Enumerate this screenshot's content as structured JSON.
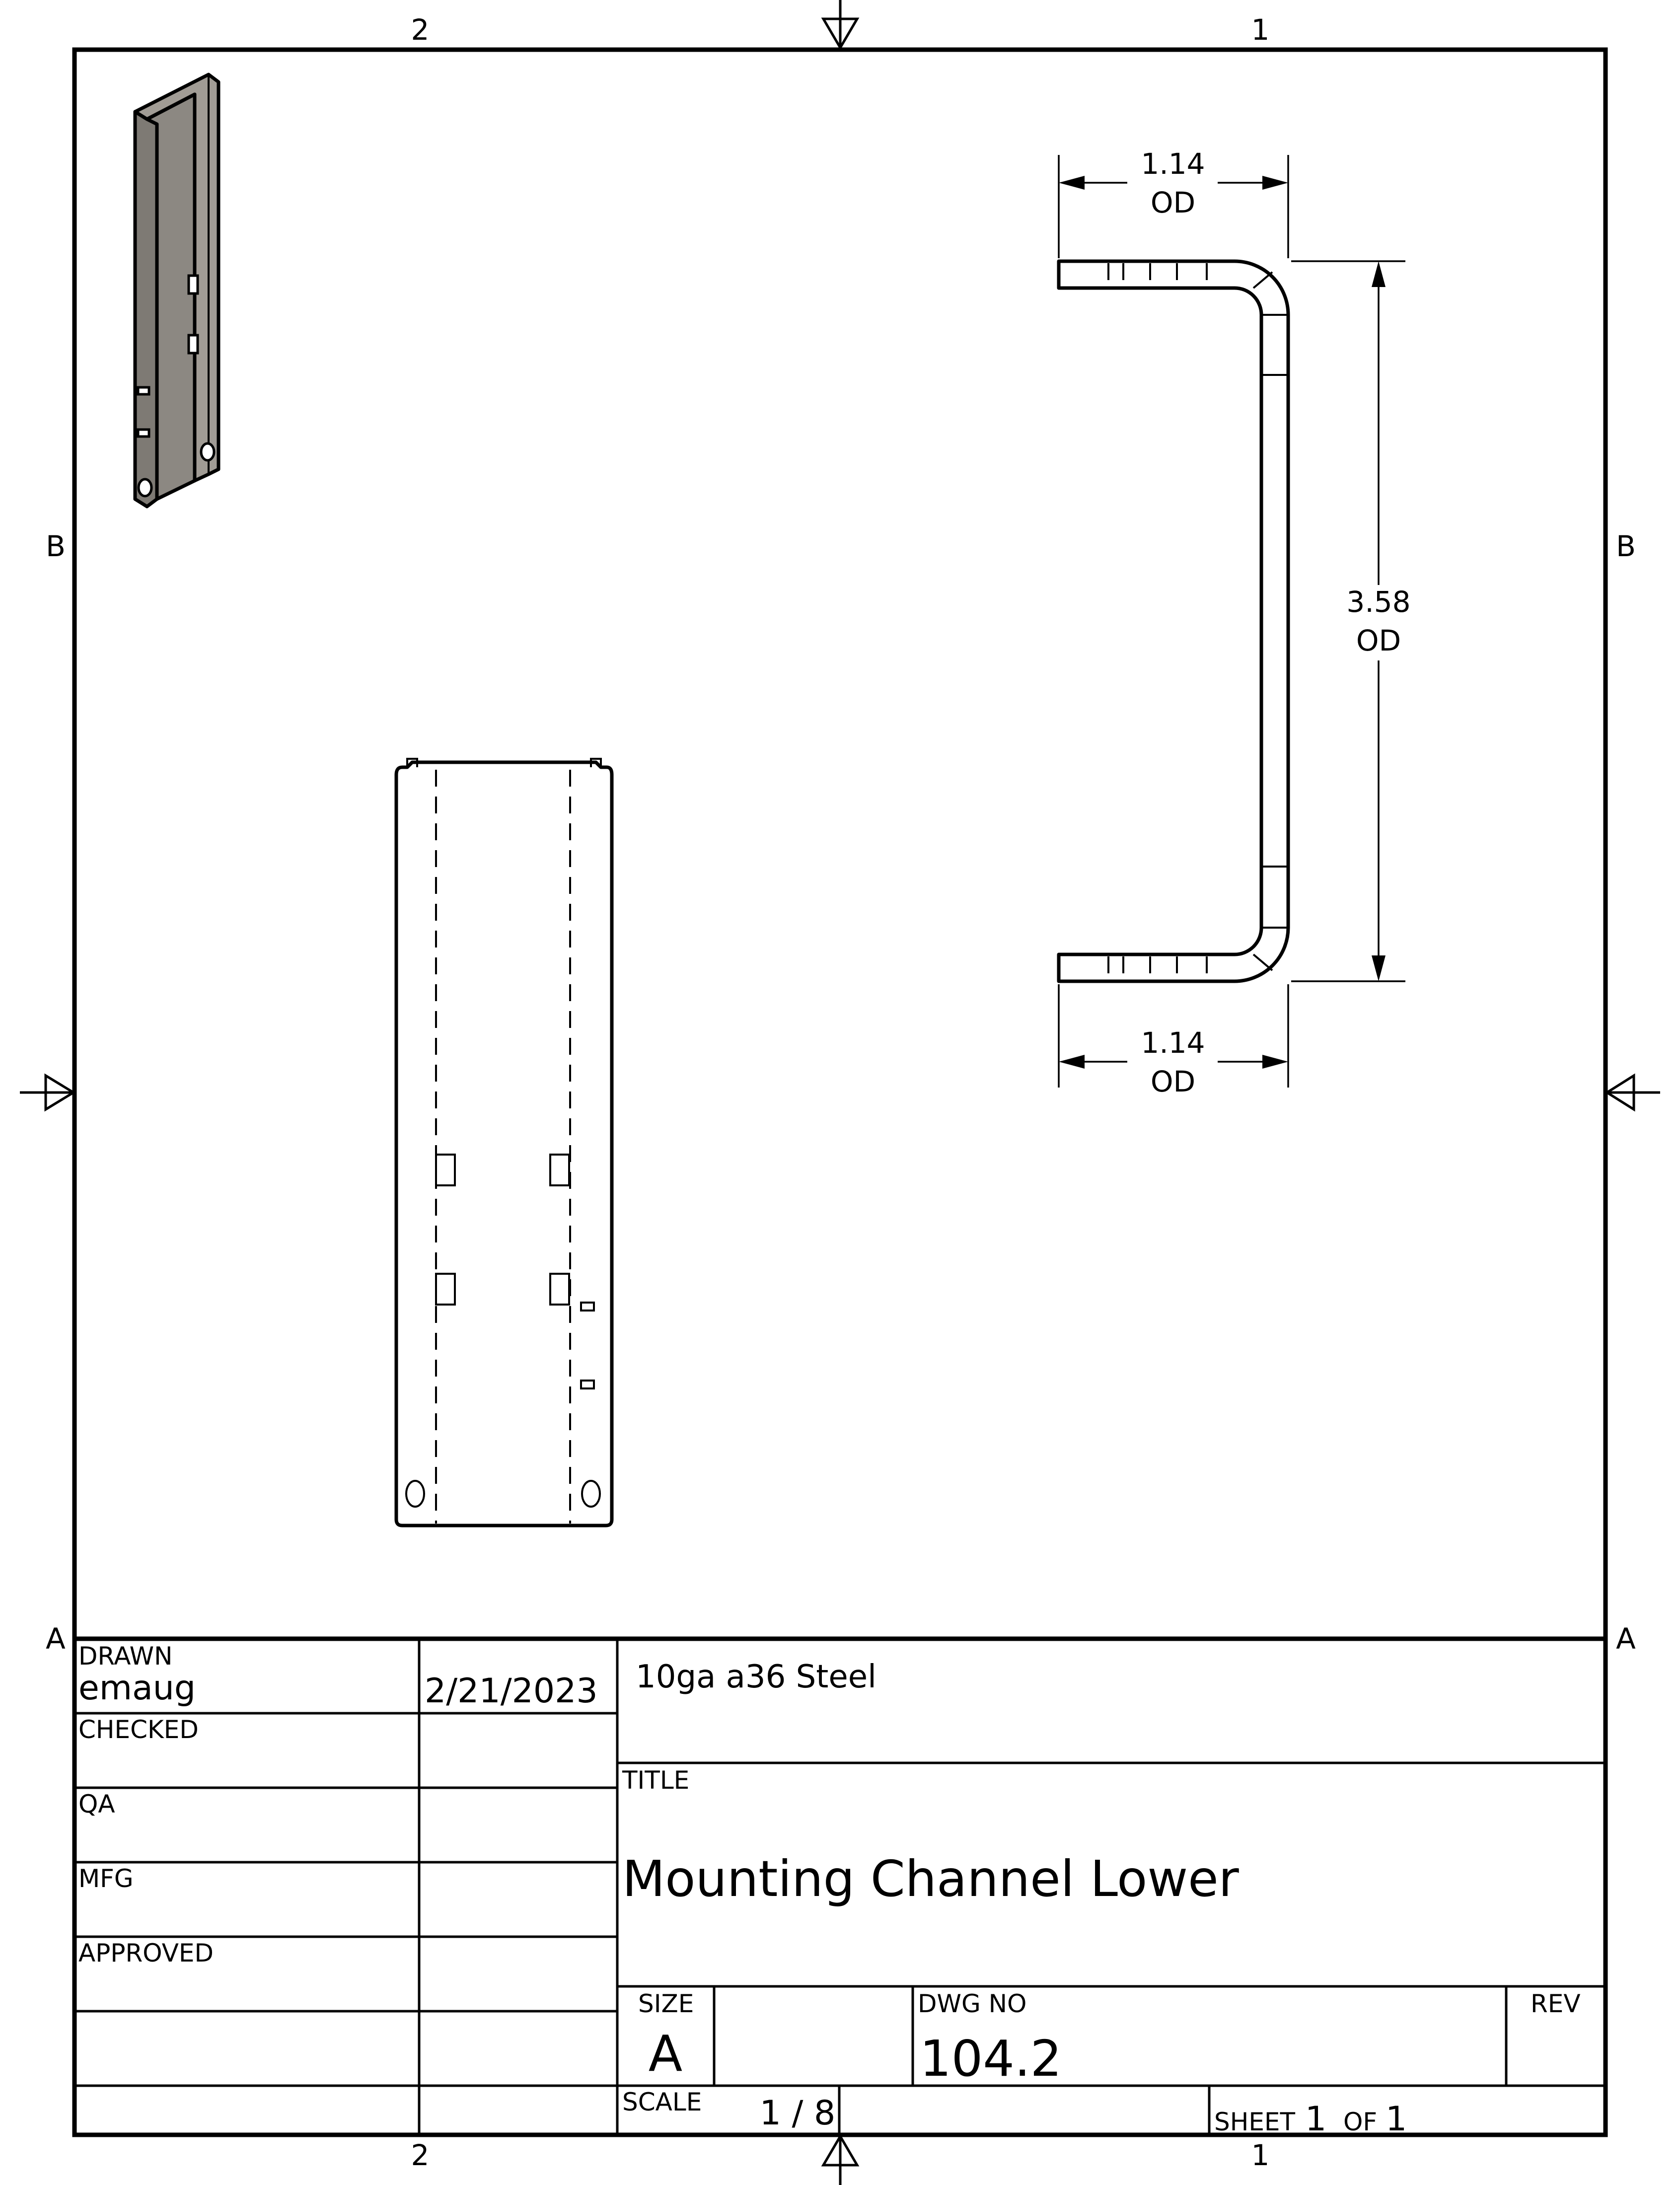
{
  "zones": {
    "col_left": "2",
    "col_right": "1",
    "row_upper": "B",
    "row_lower": "A"
  },
  "dimensions": {
    "top_width": "1.14",
    "top_width_note": "OD",
    "height": "3.58",
    "height_note": "OD",
    "bottom_width": "1.14",
    "bottom_width_note": "OD"
  },
  "title_block": {
    "drawn_label": "DRAWN",
    "drawn_by": "emaug",
    "drawn_date": "2/21/2023",
    "checked_label": "CHECKED",
    "qa_label": "QA",
    "mfg_label": "MFG",
    "approved_label": "APPROVED",
    "material": "10ga a36 Steel",
    "title_label": "TITLE",
    "title": "Mounting Channel Lower",
    "size_label": "SIZE",
    "size": "A",
    "dwg_no_label": "DWG NO",
    "dwg_no": "104.2",
    "rev_label": "REV",
    "scale_label": "SCALE",
    "scale": "1 / 8",
    "sheet_label": "SHEET",
    "sheet": "1",
    "of_label": "OF",
    "sheet_total": "1"
  },
  "colors": {
    "line": "#000000",
    "paper": "#ffffff",
    "iso_face_light": "#a19c95",
    "iso_face_dark": "#7e7a74"
  }
}
